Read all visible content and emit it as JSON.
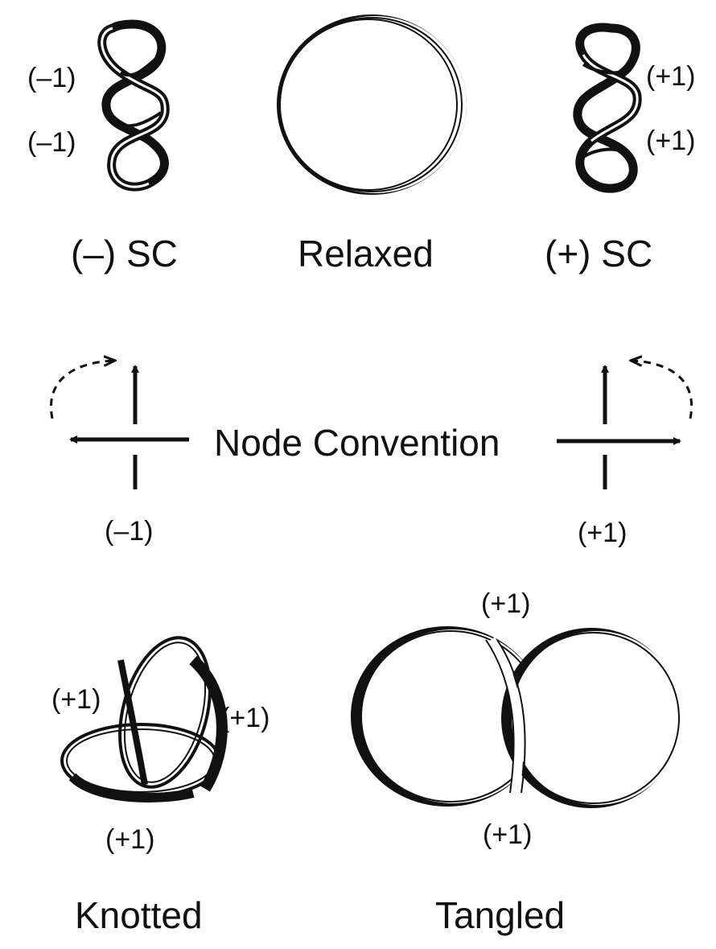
{
  "top_row": {
    "negative_sc": {
      "title": "(–) SC",
      "crossing_labels": [
        "(–1)",
        "(–1)"
      ]
    },
    "relaxed": {
      "title": "Relaxed"
    },
    "positive_sc": {
      "title": "(+) SC",
      "crossing_labels": [
        "(+1)",
        "(+1)"
      ]
    }
  },
  "node_convention": {
    "title": "Node Convention",
    "left_value": "(–1)",
    "right_value": "(+1)"
  },
  "bottom_row": {
    "knotted": {
      "title": "Knotted",
      "crossing_labels": [
        "(+1)",
        "(+1)",
        "(+1)"
      ]
    },
    "tangled": {
      "title": "Tangled",
      "crossing_labels": [
        "(+1)",
        "(+1)"
      ]
    }
  },
  "colors": {
    "ink": "#111111",
    "background": "#ffffff"
  }
}
